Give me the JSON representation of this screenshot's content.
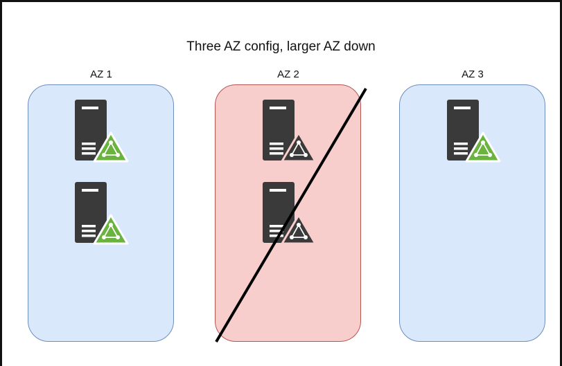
{
  "diagram": {
    "title": "Three AZ config, larger AZ down",
    "zones": [
      {
        "label": "AZ 1",
        "status": "up",
        "servers": 2
      },
      {
        "label": "AZ 2",
        "status": "down",
        "servers": 2
      },
      {
        "label": "AZ 3",
        "status": "up",
        "servers": 1
      }
    ]
  },
  "colors": {
    "zone_up_fill": "#dae8fc",
    "zone_up_stroke": "#6c8ebf",
    "zone_down_fill": "#f8cecc",
    "zone_down_stroke": "#b85450",
    "server_body": "#3a3a3a",
    "badge_green": "#6ab33e",
    "badge_dark": "#3a3a3a",
    "strike": "#000000"
  },
  "icons": {
    "server": "server-icon",
    "badge": "network-triangle-icon"
  }
}
